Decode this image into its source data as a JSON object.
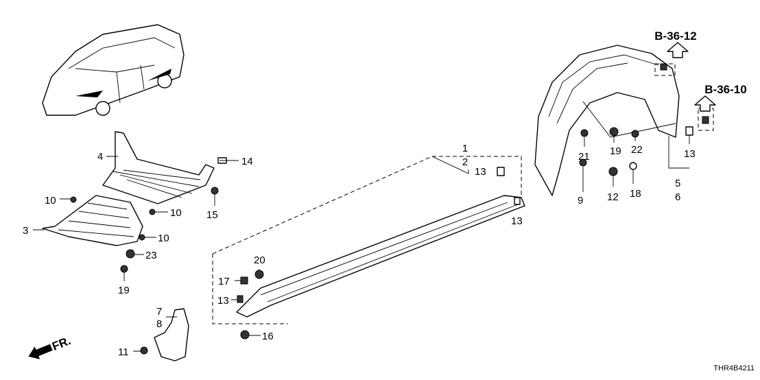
{
  "diagram": {
    "code": "THR4B4211",
    "direction_label": "FR.",
    "references": [
      "B-36-12",
      "B-36-10"
    ],
    "callouts": {
      "c1": "1",
      "c2": "2",
      "c13a": "13",
      "c13b": "13",
      "c4": "4",
      "c14": "14",
      "c10a": "10",
      "c10b": "10",
      "c15": "15",
      "c3": "3",
      "c10c": "10",
      "c23": "23",
      "c19a": "19",
      "c20": "20",
      "c17": "17",
      "c13c": "13",
      "c7": "7",
      "c8": "8",
      "c11": "11",
      "c16": "16",
      "c21": "21",
      "c19b": "19",
      "c22": "22",
      "c13d": "13",
      "c5": "5",
      "c6": "6",
      "c12": "12",
      "c18": "18",
      "c9": "9"
    }
  }
}
